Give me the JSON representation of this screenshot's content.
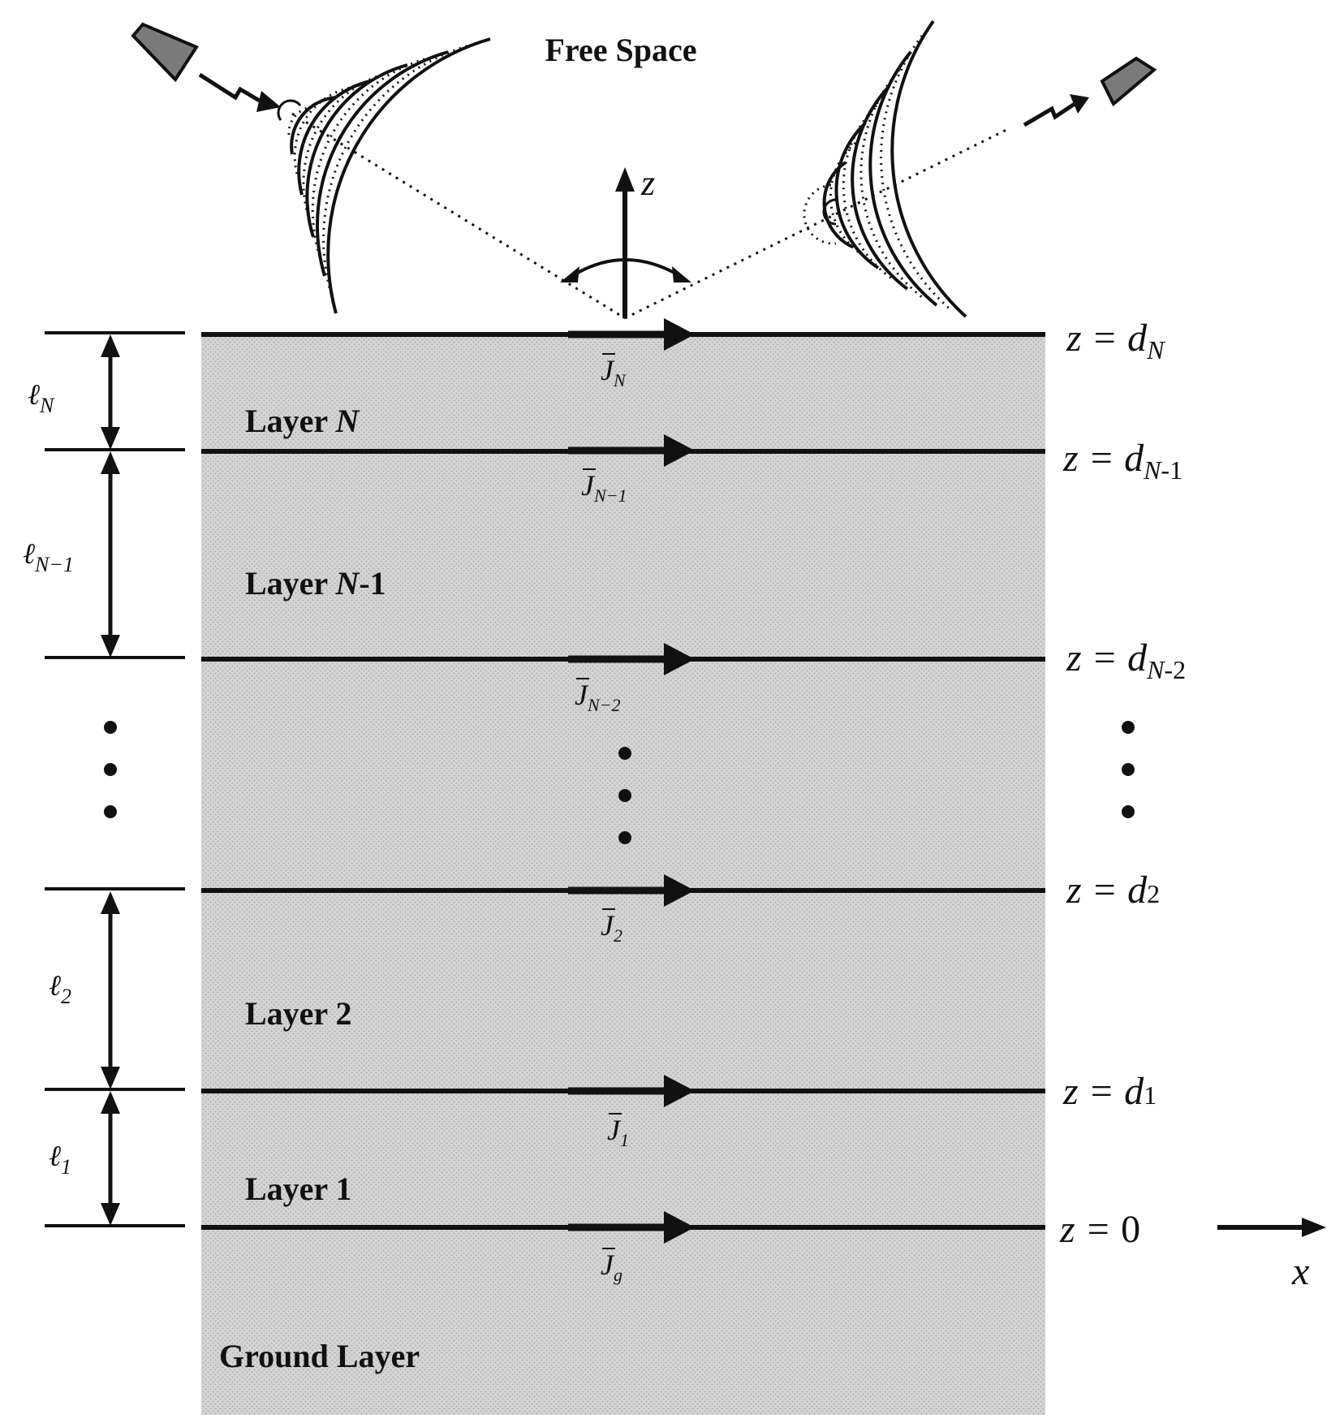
{
  "title": "Free Space",
  "axes": {
    "z": "z",
    "x": "x"
  },
  "layers": [
    {
      "name_prefix": "Layer ",
      "name_var": "N",
      "name_suffix": "",
      "thickness_base": "ℓ",
      "thickness_sub": "N"
    },
    {
      "name_prefix": "Layer ",
      "name_var": "N",
      "name_suffix": "-1",
      "thickness_base": "ℓ",
      "thickness_sub": "N−1"
    },
    {
      "name_prefix": "Layer 2",
      "name_var": "",
      "name_suffix": "",
      "thickness_base": "ℓ",
      "thickness_sub": "2"
    },
    {
      "name_prefix": "Layer 1",
      "name_var": "",
      "name_suffix": "",
      "thickness_base": "ℓ",
      "thickness_sub": "1"
    },
    {
      "name_prefix": "Ground Layer",
      "name_var": "",
      "name_suffix": "",
      "thickness_base": "",
      "thickness_sub": ""
    }
  ],
  "interfaces": [
    {
      "z_lhs": "z = ",
      "z_var": "d",
      "z_sub_italic": "N",
      "z_sub_upright": "",
      "current_base": "J",
      "current_sub": "N"
    },
    {
      "z_lhs": "z = ",
      "z_var": "d",
      "z_sub_italic": "N",
      "z_sub_upright": "-1",
      "current_base": "J",
      "current_sub": "N−1"
    },
    {
      "z_lhs": "z = ",
      "z_var": "d",
      "z_sub_italic": "N",
      "z_sub_upright": "-2",
      "current_base": "J",
      "current_sub": "N−2"
    },
    {
      "z_lhs": "z = ",
      "z_var": "d",
      "z_sub_italic": "",
      "z_sub_upright": "2",
      "current_base": "J",
      "current_sub": "2"
    },
    {
      "z_lhs": "z = ",
      "z_var": "d",
      "z_sub_italic": "",
      "z_sub_upright": "1",
      "current_base": "J",
      "current_sub": "1"
    },
    {
      "z_lhs": "z = ",
      "z_var": "0",
      "z_sub_italic": "",
      "z_sub_upright": "",
      "current_base": "J",
      "current_sub": "g"
    }
  ],
  "colors": {
    "medium_fill": "#d4d4d4",
    "medium_dot": "#a8a8a8",
    "ink": "#111111",
    "antenna": "#7a7a7a"
  },
  "icons": [
    "transmit-antenna-icon",
    "receive-antenna-icon",
    "lightning-arrow-icon"
  ]
}
